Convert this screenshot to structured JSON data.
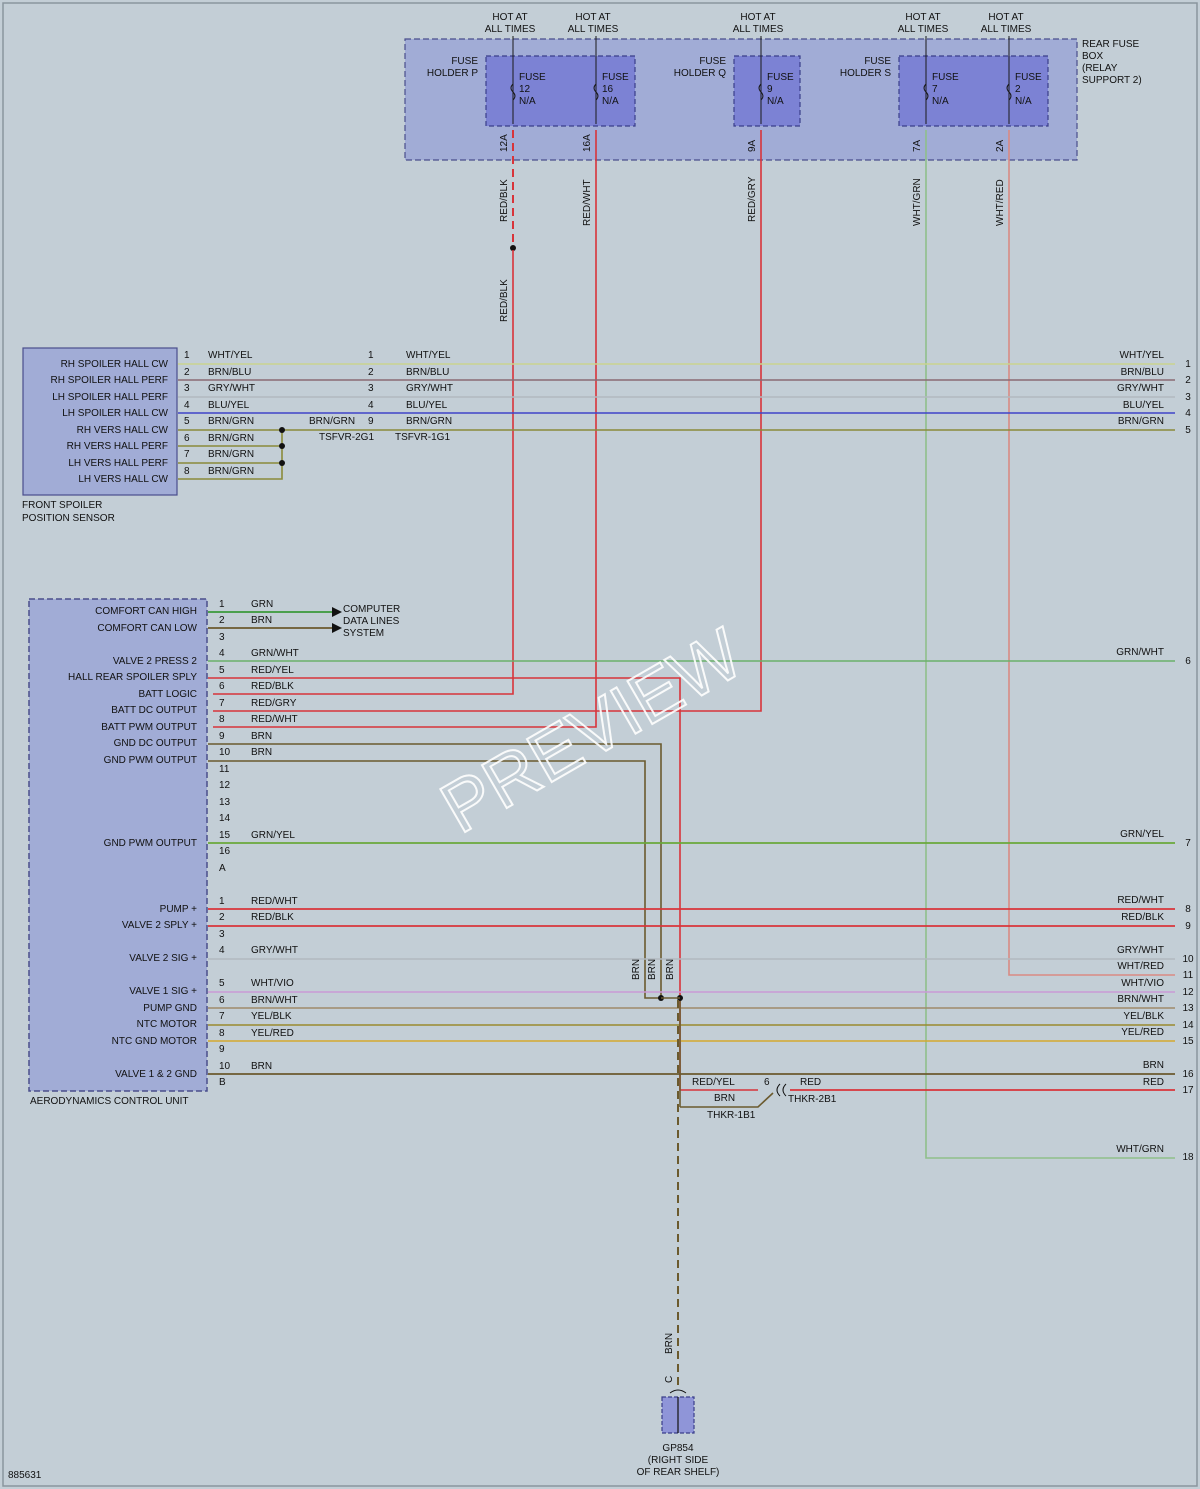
{
  "diagram_id": "885631",
  "colors": {
    "RED/BLK": "#d8343a",
    "RED/WHT": "#d8343a",
    "RED/GRY": "#d8343a",
    "RED/YEL": "#d8343a",
    "RED": "#d8343a",
    "WHT/GRN": "#8fbf8a",
    "WHT/RED": "#d98a84",
    "WHT/YEL": "#c9d48f",
    "WHT/VIO": "#c99ad6",
    "BRN/BLU": "#8a6a74",
    "GRY/WHT": "#b2b9bf",
    "BLU/YEL": "#3f44c9",
    "BRN/GRN": "#8a8a3a",
    "GRN": "#3a9a3a",
    "BRN": "#6b5a2e",
    "GRN/WHT": "#6ab06a",
    "GRN/YEL": "#6aa83a",
    "BRN/WHT": "#a08a6a",
    "YEL/BLK": "#9a8a2e",
    "YEL/RED": "#d4a82e"
  },
  "fuse_box": {
    "label": [
      "REAR FUSE",
      "BOX",
      "(RELAY",
      "SUPPORT 2)"
    ],
    "hot_label": [
      "HOT AT",
      "ALL TIMES"
    ],
    "holders": [
      {
        "label": [
          "FUSE",
          "HOLDER P"
        ]
      },
      {
        "label": [
          "FUSE",
          "HOLDER Q"
        ]
      },
      {
        "label": [
          "FUSE",
          "HOLDER S"
        ]
      }
    ],
    "fuses": [
      {
        "name": "FUSE",
        "num": "12",
        "rating": "N/A",
        "pin": "12A",
        "wire": "RED/BLK"
      },
      {
        "name": "FUSE",
        "num": "16",
        "rating": "N/A",
        "pin": "16A",
        "wire": "RED/WHT"
      },
      {
        "name": "FUSE",
        "num": "9",
        "rating": "N/A",
        "pin": "9A",
        "wire": "RED/GRY"
      },
      {
        "name": "FUSE",
        "num": "7",
        "rating": "N/A",
        "pin": "7A",
        "wire": "WHT/GRN"
      },
      {
        "name": "FUSE",
        "num": "2",
        "rating": "N/A",
        "pin": "2A",
        "wire": "WHT/RED"
      }
    ],
    "redblk_lower": "RED/BLK"
  },
  "sensor": {
    "name": [
      "FRONT SPOILER",
      "POSITION SENSOR"
    ],
    "pins": [
      {
        "label": "RH SPOILER HALL CW",
        "pin": "1",
        "wire": "WHT/YEL"
      },
      {
        "label": "RH SPOILER HALL PERF",
        "pin": "2",
        "wire": "BRN/BLU"
      },
      {
        "label": "LH SPOILER HALL PERF",
        "pin": "3",
        "wire": "GRY/WHT"
      },
      {
        "label": "LH SPOILER HALL CW",
        "pin": "4",
        "wire": "BLU/YEL"
      },
      {
        "label": "RH VERS HALL CW",
        "pin": "5",
        "wire": "BRN/GRN"
      },
      {
        "label": "RH VERS HALL PERF",
        "pin": "6",
        "wire": "BRN/GRN"
      },
      {
        "label": "LH VERS HALL PERF",
        "pin": "7",
        "wire": "BRN/GRN"
      },
      {
        "label": "LH VERS HALL CW",
        "pin": "8",
        "wire": "BRN/GRN"
      }
    ],
    "splice_wire": "BRN/GRN",
    "conn2": "TSFVR-2G1",
    "conn1": "TSFVR-1G1",
    "conn_pins": [
      "1",
      "2",
      "3",
      "4",
      "9"
    ],
    "conn_wires": [
      "WHT/YEL",
      "BRN/BLU",
      "GRY/WHT",
      "BLU/YEL",
      "BRN/GRN"
    ]
  },
  "can": {
    "lines": [
      "COMPUTER",
      "DATA LINES",
      "SYSTEM"
    ]
  },
  "ecu": {
    "name": "AERODYNAMICS CONTROL UNIT",
    "labels_a": [
      {
        "label": "COMFORT CAN HIGH",
        "pin": "1",
        "wire": "GRN"
      },
      {
        "label": "COMFORT CAN LOW",
        "pin": "2",
        "wire": "BRN"
      },
      {
        "label": "",
        "pin": "3",
        "wire": ""
      },
      {
        "label": "VALVE 2 PRESS 2",
        "pin": "4",
        "wire": "GRN/WHT"
      },
      {
        "label": "HALL REAR SPOILER SPLY",
        "pin": "5",
        "wire": "RED/YEL"
      },
      {
        "label": "BATT LOGIC",
        "pin": "6",
        "wire": "RED/BLK"
      },
      {
        "label": "BATT DC OUTPUT",
        "pin": "7",
        "wire": "RED/GRY"
      },
      {
        "label": "BATT PWM OUTPUT",
        "pin": "8",
        "wire": "RED/WHT"
      },
      {
        "label": "GND DC OUTPUT",
        "pin": "9",
        "wire": "BRN"
      },
      {
        "label": "GND PWM OUTPUT",
        "pin": "10",
        "wire": "BRN"
      },
      {
        "label": "",
        "pin": "11",
        "wire": ""
      },
      {
        "label": "",
        "pin": "12",
        "wire": ""
      },
      {
        "label": "",
        "pin": "13",
        "wire": ""
      },
      {
        "label": "",
        "pin": "14",
        "wire": ""
      },
      {
        "label": "GND PWM OUTPUT",
        "pin": "15",
        "wire": "GRN/YEL"
      },
      {
        "label": "",
        "pin": "16",
        "wire": ""
      }
    ],
    "conn_a": "A",
    "labels_b": [
      {
        "label": "PUMP +",
        "pin": "1",
        "wire": "RED/WHT"
      },
      {
        "label": "VALVE 2 SPLY +",
        "pin": "2",
        "wire": "RED/BLK"
      },
      {
        "label": "",
        "pin": "3",
        "wire": ""
      },
      {
        "label": "VALVE 2 SIG +",
        "pin": "4",
        "wire": "GRY/WHT"
      },
      {
        "label": "VALVE 1 SIG +",
        "pin": "5",
        "wire": "WHT/VIO"
      },
      {
        "label": "PUMP GND",
        "pin": "6",
        "wire": "BRN/WHT"
      },
      {
        "label": "NTC MOTOR",
        "pin": "7",
        "wire": "YEL/BLK"
      },
      {
        "label": "NTC GND MOTOR",
        "pin": "8",
        "wire": "YEL/RED"
      },
      {
        "label": "",
        "pin": "9",
        "wire": ""
      },
      {
        "label": "VALVE 1 & 2 GND",
        "pin": "10",
        "wire": "BRN"
      }
    ],
    "conn_b": "B"
  },
  "right_edge": [
    {
      "num": "1",
      "wire": "WHT/YEL"
    },
    {
      "num": "2",
      "wire": "BRN/BLU"
    },
    {
      "num": "3",
      "wire": "GRY/WHT"
    },
    {
      "num": "4",
      "wire": "BLU/YEL"
    },
    {
      "num": "5",
      "wire": "BRN/GRN"
    },
    {
      "num": "6",
      "wire": "GRN/WHT"
    },
    {
      "num": "7",
      "wire": "GRN/YEL"
    },
    {
      "num": "8",
      "wire": "RED/WHT"
    },
    {
      "num": "9",
      "wire": "RED/BLK"
    },
    {
      "num": "10",
      "wire": "GRY/WHT"
    },
    {
      "num": "11",
      "wire": "WHT/RED"
    },
    {
      "num": "12",
      "wire": "WHT/VIO"
    },
    {
      "num": "13",
      "wire": "BRN/WHT"
    },
    {
      "num": "14",
      "wire": "YEL/BLK"
    },
    {
      "num": "15",
      "wire": "YEL/RED"
    },
    {
      "num": "16",
      "wire": "BRN"
    },
    {
      "num": "17",
      "wire": "RED"
    },
    {
      "num": "18",
      "wire": "WHT/GRN"
    }
  ],
  "thkr": {
    "conn1": "THKR-1B1",
    "conn2": "THKR-2B1",
    "pin": "6",
    "wire_in": "RED/YEL",
    "wire_out": "RED",
    "brn": "BRN"
  },
  "ground": {
    "wires": [
      "BRN",
      "BRN",
      "BRN"
    ],
    "below": "BRN",
    "conn": "C",
    "name": "GP854",
    "location": [
      "(RIGHT SIDE",
      "OF REAR SHELF)"
    ]
  },
  "watermark": "PREVIEW"
}
